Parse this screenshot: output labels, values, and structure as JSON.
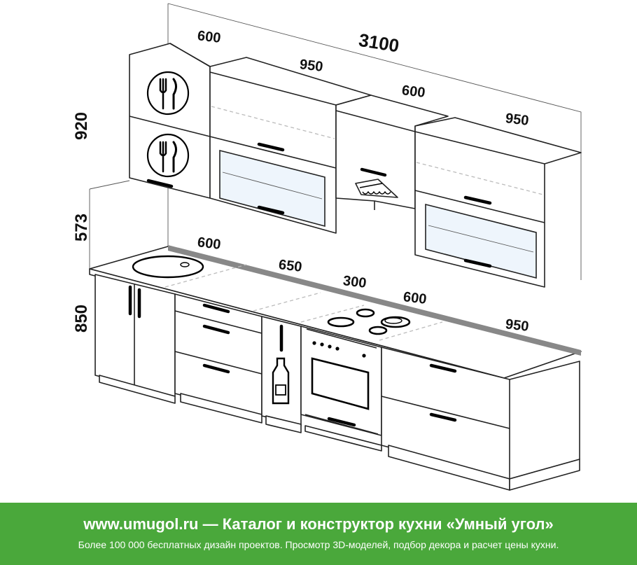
{
  "dimensions": {
    "total_width": "3100",
    "upper_widths": [
      "600",
      "950",
      "600",
      "950"
    ],
    "base_widths": [
      "600",
      "650",
      "300",
      "600",
      "950"
    ],
    "upper_height": "920",
    "gap_height": "573",
    "base_height": "850"
  },
  "icons": {
    "upper_left_top": "fork-knife-icon",
    "upper_left_bottom": "fork-knife-icon",
    "hood": "range-hood-icon",
    "bottle": "bottle-icon",
    "sink": "sink-icon",
    "hob": "cooktop-icon",
    "oven": "oven-icon"
  },
  "colors": {
    "banner_background": "#4aa83b",
    "banner_text": "#ffffff",
    "glass": "#eef5fc"
  },
  "banner": {
    "title": "www.umugol.ru — Каталог и конструктор кухни «Умный угол»",
    "subtitle": "Более 100 000 бесплатных дизайн проектов. Просмотр 3D-моделей, подбор декора и расчет цены кухни."
  }
}
